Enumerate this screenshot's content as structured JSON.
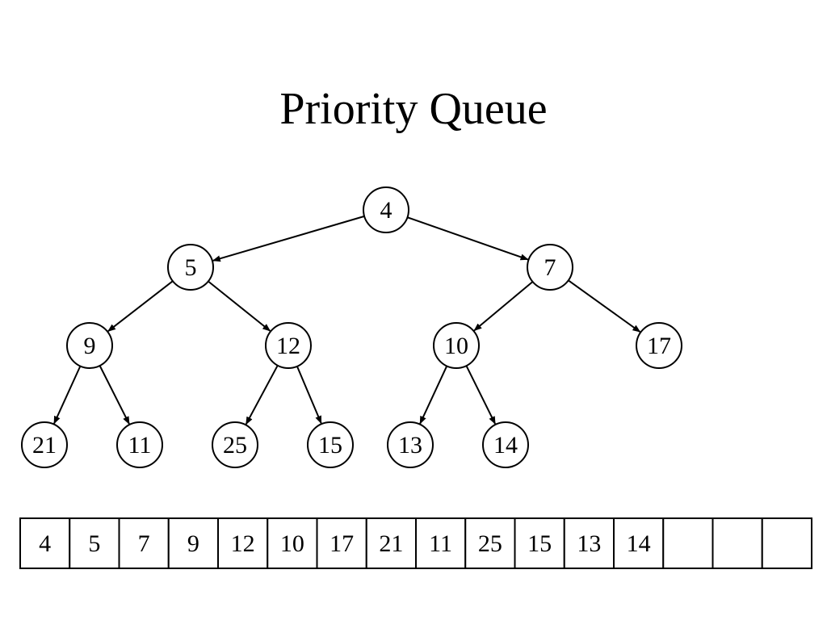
{
  "title": "Priority Queue",
  "tree": {
    "nodes": [
      {
        "id": 0,
        "label": "4"
      },
      {
        "id": 1,
        "label": "5"
      },
      {
        "id": 2,
        "label": "7"
      },
      {
        "id": 3,
        "label": "9"
      },
      {
        "id": 4,
        "label": "12"
      },
      {
        "id": 5,
        "label": "10"
      },
      {
        "id": 6,
        "label": "17"
      },
      {
        "id": 7,
        "label": "21"
      },
      {
        "id": 8,
        "label": "11"
      },
      {
        "id": 9,
        "label": "25"
      },
      {
        "id": 10,
        "label": "15"
      },
      {
        "id": 11,
        "label": "13"
      },
      {
        "id": 12,
        "label": "14"
      }
    ],
    "edges": [
      [
        0,
        1
      ],
      [
        0,
        2
      ],
      [
        1,
        3
      ],
      [
        1,
        4
      ],
      [
        2,
        5
      ],
      [
        2,
        6
      ],
      [
        3,
        7
      ],
      [
        3,
        8
      ],
      [
        4,
        9
      ],
      [
        4,
        10
      ],
      [
        5,
        11
      ],
      [
        5,
        12
      ]
    ]
  },
  "array": {
    "cells": [
      "4",
      "5",
      "7",
      "9",
      "12",
      "10",
      "17",
      "21",
      "11",
      "25",
      "15",
      "13",
      "14",
      "",
      "",
      ""
    ]
  },
  "colors": {
    "stroke": "#000000",
    "background": "#ffffff"
  }
}
